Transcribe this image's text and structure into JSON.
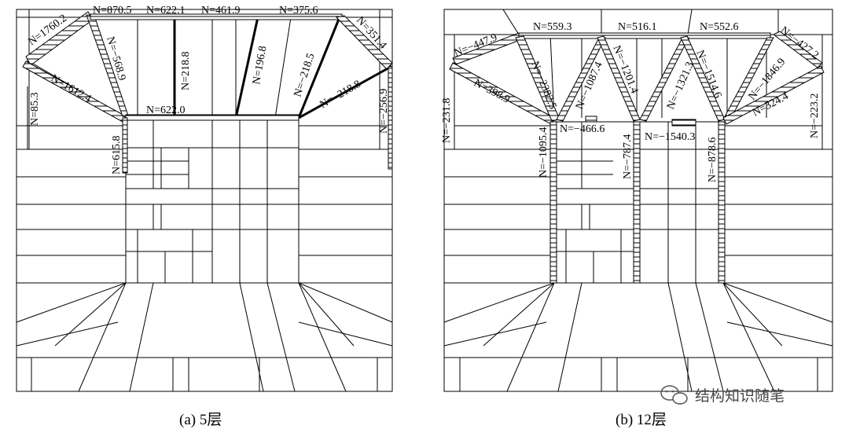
{
  "panel_a": {
    "caption": "(a) 5层",
    "labels": {
      "a1": "N=1760.2",
      "a2": "N=870.5",
      "a3": "N=622.1",
      "a4": "N=461.9",
      "a5": "N=375.6",
      "a6": "N=−568.9",
      "a7": "N=218.8",
      "a8": "N=196.8",
      "a9": "N=−218.5",
      "a10": "N=351.4",
      "a11": "N=−218.8",
      "a12": "N=1612.4",
      "a13": "N=85.3",
      "a14": "N=622.0",
      "a15": "N=615.8",
      "a16": "N=−256.9"
    }
  },
  "panel_b": {
    "caption": "(b) 12层",
    "labels": {
      "b1": "N=−447.9",
      "b2": "N=559.3",
      "b3": "N=516.1",
      "b4": "N=552.6",
      "b5": "N=−427.2",
      "b6": "N=−2382.5",
      "b7": "N=398.9",
      "b8": "N=−231.8",
      "b9": "N=−1087.4",
      "b10": "N=−1201.4",
      "b11": "N=−1321.3",
      "b12": "N=−1514.6",
      "b13": "N=−1846.9",
      "b14": "N=324.4",
      "b15": "N=−223.2",
      "b16": "N=−466.6",
      "b17": "N=−1540.3",
      "b18": "N=−1095.4",
      "b19": "N=−787.4",
      "b20": "N=−878.6"
    }
  },
  "watermark": {
    "text": "结构知识随笔",
    "icon": "wechat-icon"
  }
}
